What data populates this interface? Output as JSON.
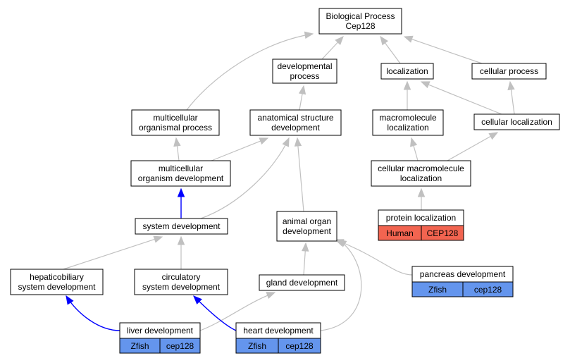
{
  "colors": {
    "human": "#f26450",
    "zfish": "#6495ed",
    "edge_default": "#c0c0c0",
    "edge_highlight": "#0000ff"
  },
  "nodes": {
    "bp": {
      "lines": [
        "Biological Process",
        "Cep128"
      ]
    },
    "dev": {
      "lines": [
        "developmental",
        "process"
      ]
    },
    "loc": {
      "lines": [
        "localization"
      ]
    },
    "cp": {
      "lines": [
        "cellular process"
      ]
    },
    "mop": {
      "lines": [
        "multicellular",
        "organismal process"
      ]
    },
    "asd": {
      "lines": [
        "anatomical structure",
        "development"
      ]
    },
    "ml": {
      "lines": [
        "macromolecule",
        "localization"
      ]
    },
    "cl": {
      "lines": [
        "cellular localization"
      ]
    },
    "mod": {
      "lines": [
        "multicellular",
        "organism development"
      ]
    },
    "cml": {
      "lines": [
        "cellular macromolecule",
        "localization"
      ]
    },
    "sd": {
      "lines": [
        "system development"
      ]
    },
    "aod": {
      "lines": [
        "animal organ",
        "development"
      ]
    },
    "pl": {
      "lines": [
        "protein localization"
      ],
      "tags": [
        {
          "species": "Human",
          "gene": "CEP128"
        }
      ]
    },
    "hsd": {
      "lines": [
        "hepaticobiliary",
        "system development"
      ]
    },
    "csd": {
      "lines": [
        "circulatory",
        "system development"
      ]
    },
    "gd": {
      "lines": [
        "gland development"
      ]
    },
    "pd": {
      "lines": [
        "pancreas development"
      ],
      "tags": [
        {
          "species": "Zfish",
          "gene": "cep128"
        }
      ]
    },
    "ld": {
      "lines": [
        "liver development"
      ],
      "tags": [
        {
          "species": "Zfish",
          "gene": "cep128"
        }
      ]
    },
    "hd": {
      "lines": [
        "heart development"
      ],
      "tags": [
        {
          "species": "Zfish",
          "gene": "cep128"
        }
      ]
    }
  },
  "edges": [
    {
      "from": "dev",
      "to": "bp",
      "kind": "default"
    },
    {
      "from": "loc",
      "to": "bp",
      "kind": "default"
    },
    {
      "from": "cp",
      "to": "bp",
      "kind": "default"
    },
    {
      "from": "mop",
      "to": "bp",
      "kind": "default"
    },
    {
      "from": "asd",
      "to": "dev",
      "kind": "default"
    },
    {
      "from": "ml",
      "to": "loc",
      "kind": "default"
    },
    {
      "from": "cl",
      "to": "loc",
      "kind": "default"
    },
    {
      "from": "cl",
      "to": "cp",
      "kind": "default"
    },
    {
      "from": "mod",
      "to": "mop",
      "kind": "default"
    },
    {
      "from": "mod",
      "to": "asd",
      "kind": "default"
    },
    {
      "from": "cml",
      "to": "ml",
      "kind": "default"
    },
    {
      "from": "cml",
      "to": "cl",
      "kind": "default"
    },
    {
      "from": "sd",
      "to": "mod",
      "kind": "highlight"
    },
    {
      "from": "sd",
      "to": "asd",
      "kind": "default"
    },
    {
      "from": "aod",
      "to": "asd",
      "kind": "default"
    },
    {
      "from": "pl",
      "to": "cml",
      "kind": "default"
    },
    {
      "from": "hsd",
      "to": "sd",
      "kind": "default"
    },
    {
      "from": "csd",
      "to": "sd",
      "kind": "default"
    },
    {
      "from": "gd",
      "to": "aod",
      "kind": "default"
    },
    {
      "from": "pd",
      "to": "aod",
      "kind": "default"
    },
    {
      "from": "ld",
      "to": "hsd",
      "kind": "highlight"
    },
    {
      "from": "ld",
      "to": "gd",
      "kind": "default"
    },
    {
      "from": "hd",
      "to": "csd",
      "kind": "highlight"
    },
    {
      "from": "hd",
      "to": "aod",
      "kind": "default"
    }
  ]
}
